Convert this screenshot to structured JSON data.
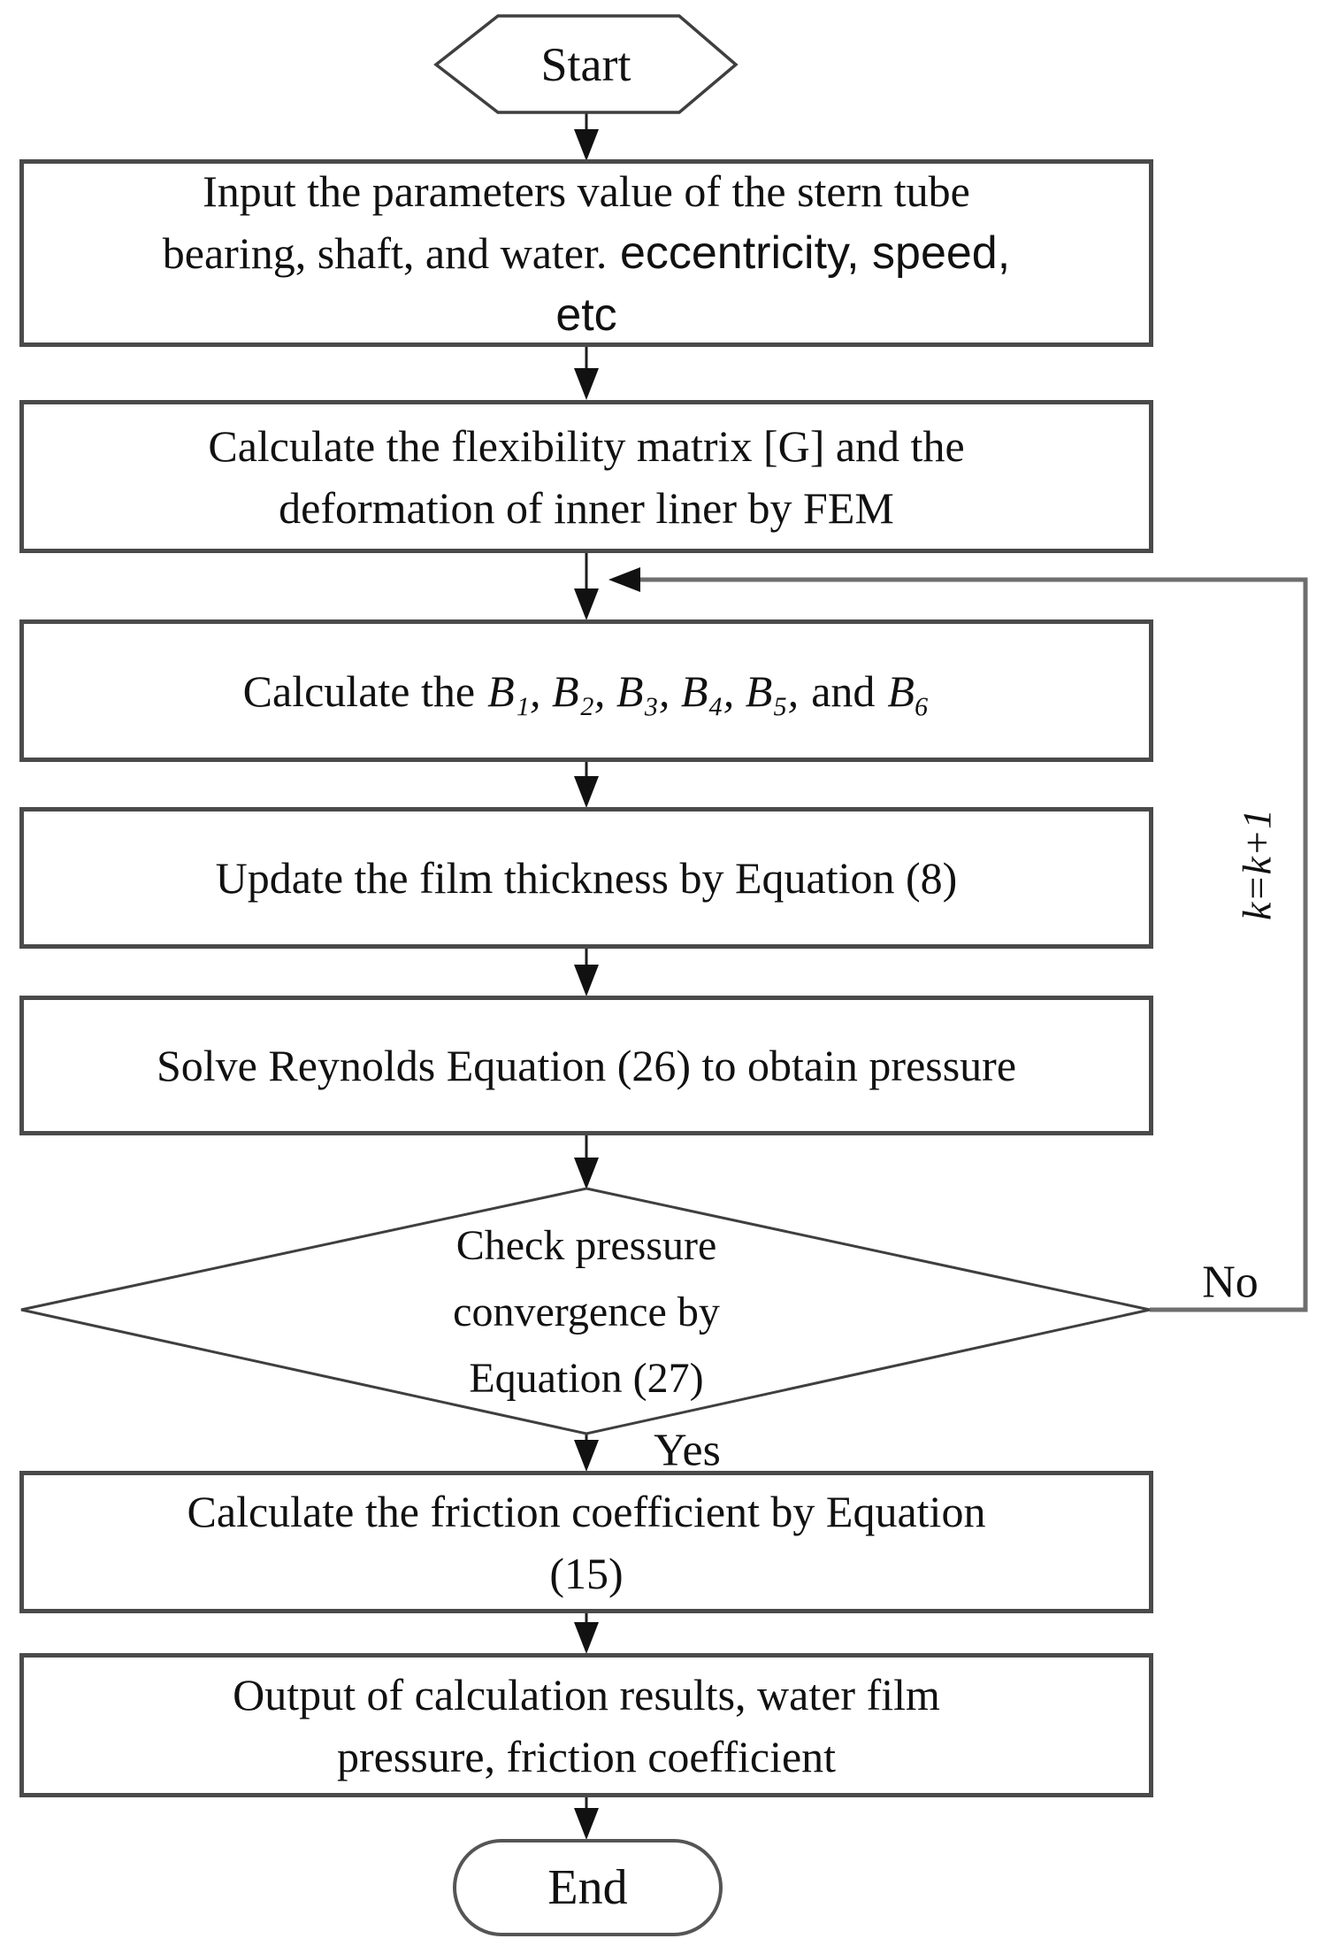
{
  "palette": {
    "background": "#ffffff",
    "box_border": "#4a4a4a",
    "connector_line": "#1c1c1c",
    "loop_line": "#6e6e6e",
    "text": "#111111"
  },
  "nodes": {
    "start": {
      "label": "Start"
    },
    "input": {
      "line1": "Input the parameters value of the stern tube",
      "line2_serif": "bearing, shaft, and water.",
      "line2_sans": "eccentricity, speed,",
      "line3": "etc"
    },
    "flexibility": {
      "line1": "Calculate the flexibility matrix [G] and the",
      "line2": "deformation of inner liner by FEM"
    },
    "coefficients": {
      "prefix": "Calculate the",
      "b_terms": "B₁, B₂, B₃, B₄, B₅,",
      "conj": "and",
      "b_last": "B₆"
    },
    "film_thickness": {
      "label": "Update the film thickness by Equation (8)"
    },
    "reynolds": {
      "label": "Solve Reynolds Equation (26) to obtain pressure"
    },
    "decision": {
      "line1": "Check pressure",
      "line2": "convergence by",
      "line3": "Equation (27)"
    },
    "friction": {
      "line1": "Calculate the friction coefficient by Equation",
      "line2": "(15)"
    },
    "output": {
      "line1": "Output of calculation results, water film",
      "line2": "pressure, friction coefficient"
    },
    "end": {
      "label": "End"
    }
  },
  "labels": {
    "yes": "Yes",
    "no": "No",
    "loop": "k=k+1"
  }
}
